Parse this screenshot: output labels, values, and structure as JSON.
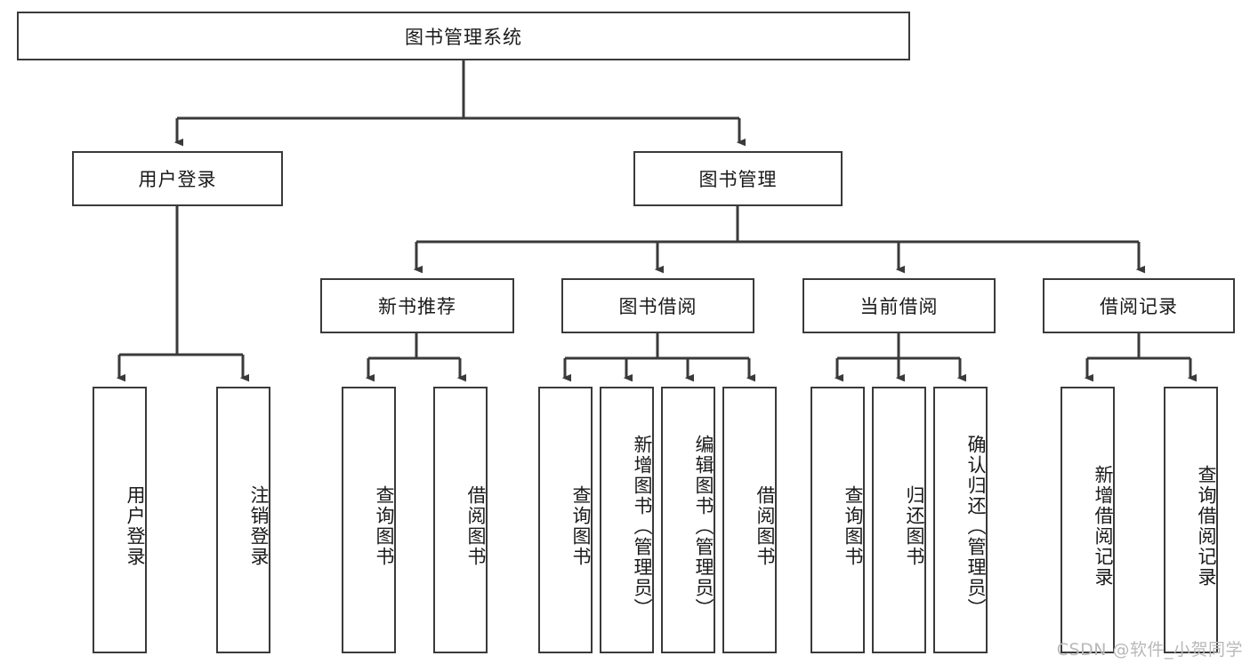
{
  "diagram": {
    "type": "tree-hierarchy-flowchart",
    "root": {
      "id": "root",
      "label": "图书管理系统"
    },
    "level2": [
      {
        "id": "login",
        "label": "用户登录"
      },
      {
        "id": "bookmgmt",
        "label": "图书管理"
      }
    ],
    "level3": [
      {
        "id": "newbook",
        "label": "新书推荐",
        "parent": "bookmgmt"
      },
      {
        "id": "borrow",
        "label": "图书借阅",
        "parent": "bookmgmt"
      },
      {
        "id": "current",
        "label": "当前借阅",
        "parent": "bookmgmt"
      },
      {
        "id": "records",
        "label": "借阅记录",
        "parent": "bookmgmt"
      }
    ],
    "leaves": {
      "login": [
        {
          "id": "leaf-user-login",
          "label": "用户登录"
        },
        {
          "id": "leaf-user-logout",
          "label": "注销登录"
        }
      ],
      "newbook": [
        {
          "id": "leaf-nb-query",
          "label": "查询图书"
        },
        {
          "id": "leaf-nb-borrow",
          "label": "借阅图书"
        }
      ],
      "borrow": [
        {
          "id": "leaf-br-query",
          "label": "查询图书"
        },
        {
          "id": "leaf-br-add",
          "label": "新增图书（管理员）"
        },
        {
          "id": "leaf-br-edit",
          "label": "编辑图书（管理员）"
        },
        {
          "id": "leaf-br-borrow",
          "label": "借阅图书"
        }
      ],
      "current": [
        {
          "id": "leaf-cur-query",
          "label": "查询图书"
        },
        {
          "id": "leaf-cur-return",
          "label": "归还图书"
        },
        {
          "id": "leaf-cur-confirm",
          "label": "确认归还（管理员）"
        }
      ],
      "records": [
        {
          "id": "leaf-rec-add",
          "label": "新增借阅记录"
        },
        {
          "id": "leaf-rec-query",
          "label": "查询借阅记录"
        }
      ]
    }
  },
  "watermark": {
    "text": "CSDN @软件_小贺同学"
  },
  "colors": {
    "stroke": "#3a3a3a",
    "fill": "#ffffff",
    "text": "#1a1a1a",
    "watermark": "#b9b9b9"
  }
}
